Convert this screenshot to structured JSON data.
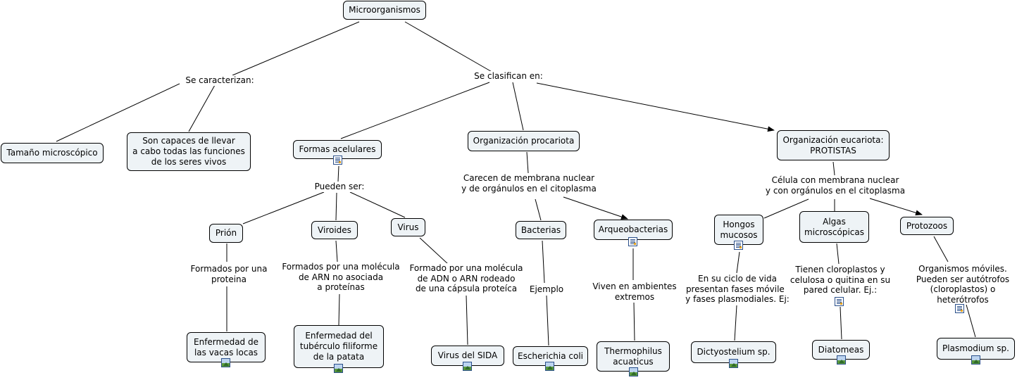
{
  "colors": {
    "node_fill": "#eef3f6",
    "border": "#000000",
    "line": "#000000",
    "icon": "#2a4f8a"
  },
  "nodes": {
    "microorganismos": "Microorganismos",
    "tamano": "Tamaño microscópico",
    "funciones": "Son capaces de llevar\na cabo todas las funciones\nde los seres vivos",
    "acelulares": "Formas acelulares",
    "procariota": "Organización procariota",
    "eucariota": "Organización eucariota:\nPROTISTAS",
    "prion": "Prión",
    "viroides": "Viroides",
    "virus": "Virus",
    "bacterias": "Bacterias",
    "arqueobacterias": "Arqueobacterias",
    "hongos": "Hongos\nmucosos",
    "algas": "Algas\nmicroscópicas",
    "protozoos": "Protozoos",
    "vacas_locas": "Enfermedad de\nlas vacas locas",
    "tuberculo": "Enfermedad del\ntubérculo filiforme\nde la patata",
    "sida": "Virus del SIDA",
    "ecoli": "Escherichia coli",
    "thermophilus": "Thermophilus\nacuaticus",
    "dictyostelium": "Dictyostelium sp.",
    "diatomeas": "Diatomeas",
    "plasmodium": "Plasmodium sp."
  },
  "labels": {
    "se_caracterizan": "Se caracterizan:",
    "se_clasifican": "Se clasifican en:",
    "pueden_ser": "Pueden ser:",
    "carecen": "Carecen de membrana nuclear\ny de orgánulos en el citoplasma",
    "celula_membrana": "Célula con membrana nuclear\ny con orgánulos en el citoplasma",
    "formados_proteina": "Formados por una\nproteina",
    "formados_arn": "Formados por una molécula\nde ARN no asociada\na proteínas",
    "formado_adn": "Formado por una molécula\nde ADN o ARN rodeado\nde una cápsula proteíca",
    "ejemplo": "Ejemplo",
    "viven_extremos": "Viven en ambientes\nextremos",
    "ciclo_vida": "En su ciclo de vida\npresentan fases móviles\ny fases plasmodiales. Ej:",
    "cloroplastos": "Tienen cloroplastos y\ncelulosa o quitina en su\npared celular. Ej.:",
    "organismos_moviles": "Organismos móviles.\nPueden ser autótrofos\n(cloroplastos) o\nheterótrofos"
  },
  "icons": {
    "acelulares": "document-icon",
    "arqueobacterias": "document-icon",
    "hongos": "document-icon",
    "cloroplastos": "document-icon",
    "organismos_moviles": "document-icon",
    "vacas_locas": "image-icon",
    "tuberculo": "image-icon",
    "sida": "image-icon",
    "ecoli": "image-icon",
    "thermophilus": "image-icon",
    "dictyostelium": "image-icon",
    "diatomeas": "image-icon",
    "plasmodium": "image-icon"
  }
}
